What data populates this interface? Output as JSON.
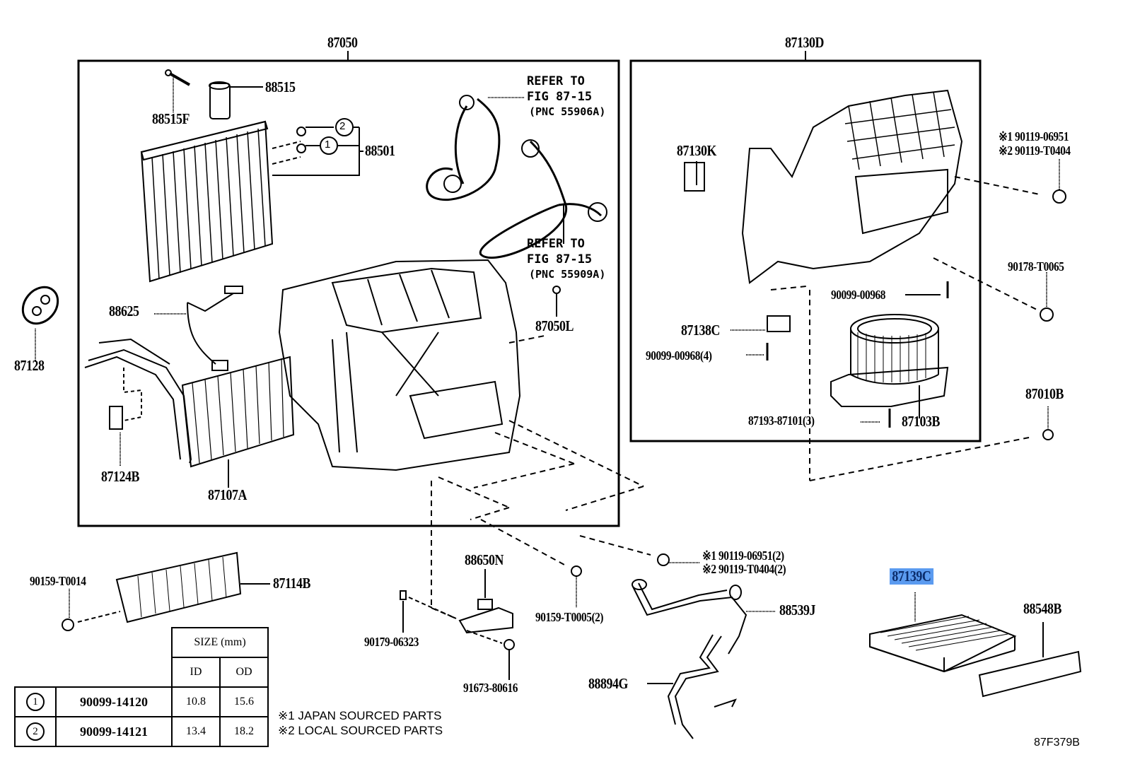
{
  "diagram": {
    "figure_id": "87F379B",
    "assemblies": [
      {
        "id": "87050",
        "label": "87050"
      },
      {
        "id": "87130D",
        "label": "87130D"
      }
    ],
    "parts": {
      "p88515": "88515",
      "p88515F": "88515F",
      "p88501": "88501",
      "p88625": "88625",
      "p87128": "87128",
      "p87124B": "87124B",
      "p87107A": "87107A",
      "p87050L": "87050L",
      "p87130K": "87130K",
      "p87138C": "87138C",
      "p90099_00968": "90099-00968",
      "p90099_00968_4": "90099-00968(4)",
      "p87193_87101_3": "87193-87101(3)",
      "p87103B": "87103B",
      "p90178_T0065": "90178-T0065",
      "p87010B": "87010B",
      "p90159_T0014": "90159-T0014",
      "p87114B": "87114B",
      "p88650N": "88650N",
      "p90179_06323": "90179-06323",
      "p91673_80616": "91673-80616",
      "p90159_T0005_2": "90159-T0005(2)",
      "p88539J": "88539J",
      "p88894G": "88894G",
      "p87139C": "87139C",
      "p88548B": "88548B"
    },
    "screw_top_right": {
      "line1": "※1 90119-06951",
      "line2": "※2 90119-T0404"
    },
    "screw_bottom": {
      "line1": "※1 90119-06951(2)",
      "line2": "※2 90119-T0404(2)"
    },
    "circle_refs": {
      "one": "1",
      "two": "2"
    },
    "refer_notes": [
      {
        "line1": "REFER TO",
        "line2": "FIG 87-15",
        "line3": "(PNC 55906A)"
      },
      {
        "line1": "REFER TO",
        "line2": "FIG 87-15",
        "line3": "(PNC 55909A)"
      }
    ],
    "highlighted_part": "87139C",
    "highlight_color": "#5b9bf0"
  },
  "size_table": {
    "header": "SIZE (mm)",
    "columns": [
      "ID",
      "OD"
    ],
    "rows": [
      {
        "ref": "1",
        "part": "90099-14120",
        "id": "10.8",
        "od": "15.6"
      },
      {
        "ref": "2",
        "part": "90099-14121",
        "id": "13.4",
        "od": "18.2"
      }
    ]
  },
  "legend": {
    "note1": "※1 JAPAN SOURCED PARTS",
    "note2": "※2 LOCAL SOURCED PARTS"
  }
}
